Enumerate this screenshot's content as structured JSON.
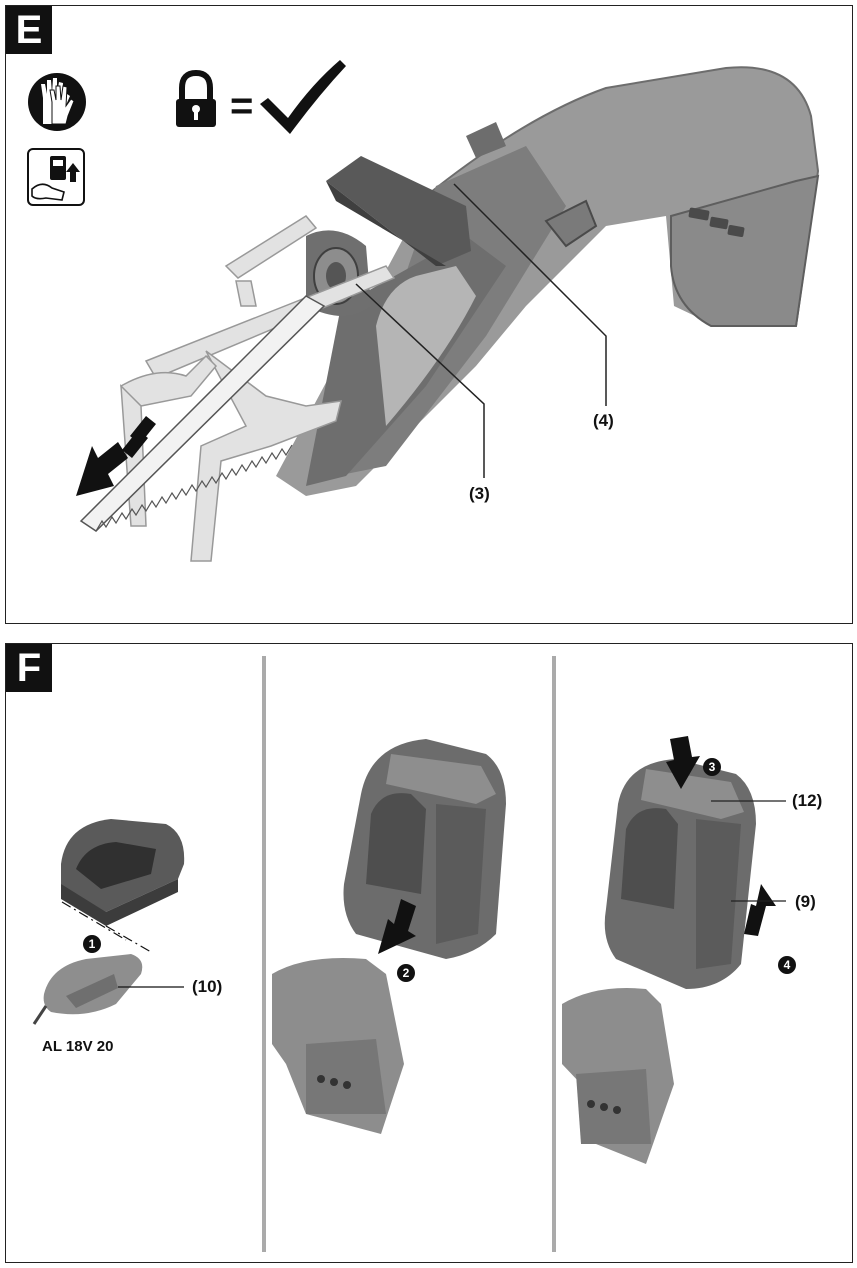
{
  "panel_e": {
    "letter": "E",
    "callouts": {
      "c3": "(3)",
      "c4": "(4)"
    },
    "icons": [
      "gloves-icon",
      "battery-removal-icon",
      "padlock-icon",
      "checkmark-icon",
      "push-direction-arrow-icon"
    ],
    "symbol_equals": "="
  },
  "panel_f": {
    "letter": "F",
    "charger_model": "AL 18V 20",
    "callouts": {
      "c10": "(10)",
      "c12": "(12)",
      "c9": "(9)"
    },
    "steps": [
      "1",
      "2",
      "3",
      "4"
    ],
    "colors": {
      "device_gray": "#8a8a8a",
      "dark_gray": "#4a4a4a",
      "divider": "#aaaaaa"
    }
  }
}
